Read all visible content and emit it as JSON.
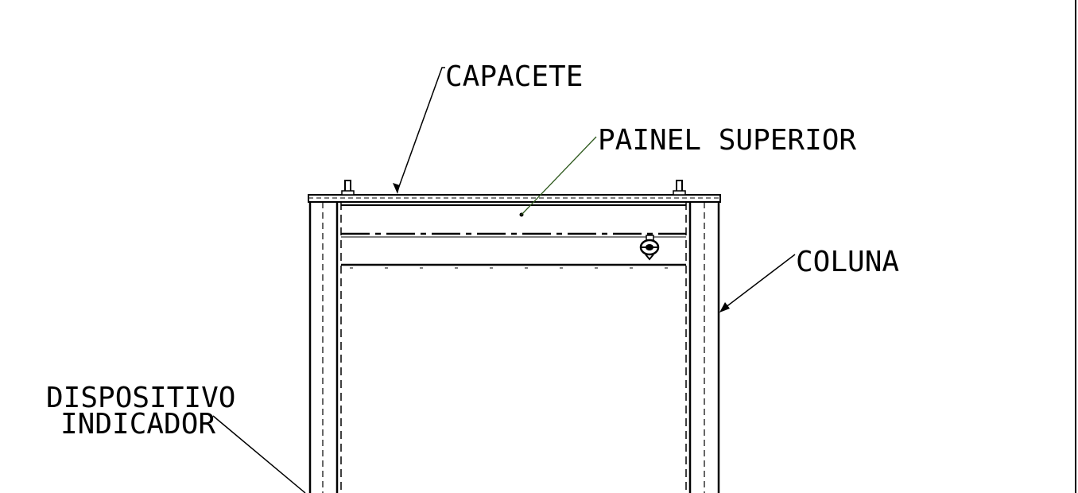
{
  "labels": {
    "capacete": "CAPACETE",
    "painel_superior": "PAINEL SUPERIOR",
    "coluna": "COLUNA",
    "dispositivo_line1": "DISPOSITIVO",
    "dispositivo_line2": "INDICADOR"
  },
  "colors": {
    "line": "#000000",
    "leader_painel": "#2f5a1e",
    "background": "#ffffff"
  }
}
